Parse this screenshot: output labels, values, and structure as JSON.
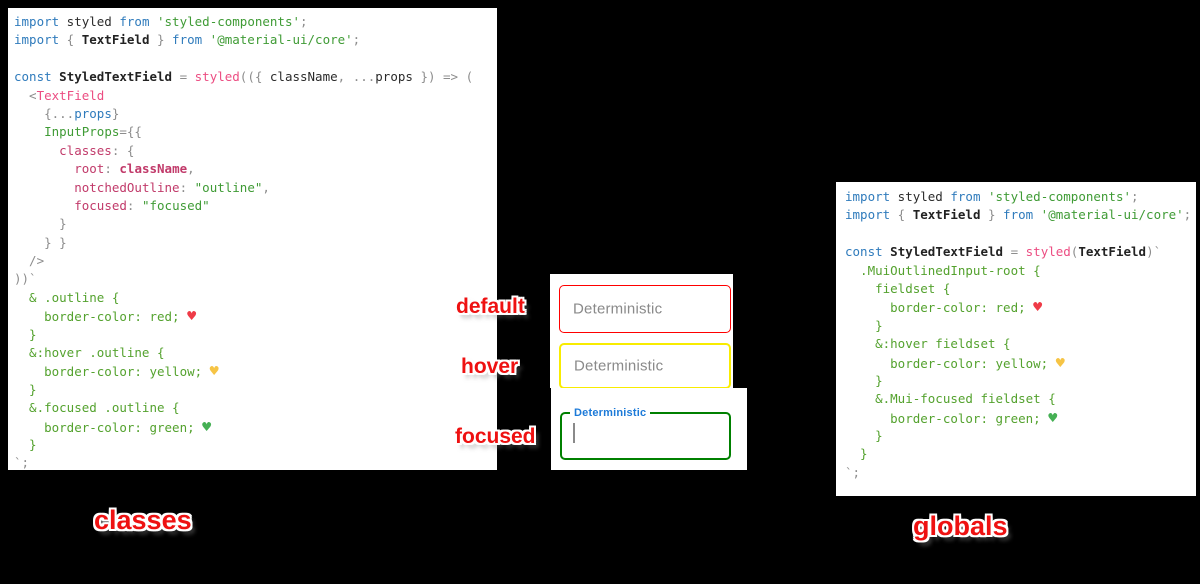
{
  "annotations": {
    "default": "default",
    "hover": "hover",
    "focused": "focused",
    "classes": "classes",
    "globals": "globals"
  },
  "colors": {
    "annotation_red": "#ee1111",
    "default_border": "#ff0000",
    "hover_border": "#f8ec00",
    "focused_border": "#008000",
    "focused_label_blue": "#1c7ad8",
    "placeholder_gray": "#8a8a8a",
    "heart_red": "#ef3b47",
    "heart_yellow": "#f6c445",
    "heart_green": "#45b054"
  },
  "textfields": {
    "default": {
      "label": "Deterministic"
    },
    "hover": {
      "label": "Deterministic"
    },
    "focused": {
      "label": "Deterministic",
      "value": ""
    }
  },
  "code_left": {
    "lines": [
      [
        [
          "kw",
          "import"
        ],
        [
          "plain",
          " styled "
        ],
        [
          "kw",
          "from"
        ],
        [
          "str",
          " 'styled-components'"
        ],
        [
          "gray",
          ";"
        ]
      ],
      [
        [
          "kw",
          "import"
        ],
        [
          "gray",
          " { "
        ],
        [
          "plainb",
          "TextField"
        ],
        [
          "gray",
          " } "
        ],
        [
          "kw",
          "from"
        ],
        [
          "str",
          " '@material-ui/core'"
        ],
        [
          "gray",
          ";"
        ]
      ],
      [],
      [
        [
          "kw",
          "const"
        ],
        [
          "plainb",
          " StyledTextField "
        ],
        [
          "gray",
          "= "
        ],
        [
          "pink",
          "styled"
        ],
        [
          "gray",
          "(({ "
        ],
        [
          "plain",
          "className"
        ],
        [
          "gray",
          ", ..."
        ],
        [
          "plain",
          "props"
        ],
        [
          "gray",
          " }) => ("
        ]
      ],
      [
        [
          "gray",
          "  <"
        ],
        [
          "pink",
          "TextField"
        ]
      ],
      [
        [
          "gray",
          "    {..."
        ],
        [
          "kw",
          "props"
        ],
        [
          "gray",
          "}"
        ]
      ],
      [
        [
          "gray",
          "    "
        ],
        [
          "str",
          "InputProps"
        ],
        [
          "gray",
          "={{"
        ]
      ],
      [
        [
          "gray",
          "      "
        ],
        [
          "key",
          "classes"
        ],
        [
          "gray",
          ": {"
        ]
      ],
      [
        [
          "gray",
          "        "
        ],
        [
          "key",
          "root"
        ],
        [
          "gray",
          ": "
        ],
        [
          "keyb",
          "className"
        ],
        [
          "gray",
          ","
        ]
      ],
      [
        [
          "gray",
          "        "
        ],
        [
          "key",
          "notchedOutline"
        ],
        [
          "gray",
          ": "
        ],
        [
          "str",
          "\"outline\""
        ],
        [
          "gray",
          ","
        ]
      ],
      [
        [
          "gray",
          "        "
        ],
        [
          "key",
          "focused"
        ],
        [
          "gray",
          ": "
        ],
        [
          "str",
          "\"focused\""
        ]
      ],
      [
        [
          "gray",
          "      }"
        ]
      ],
      [
        [
          "gray",
          "    } }"
        ]
      ],
      [
        [
          "gray",
          "  />"
        ]
      ],
      [
        [
          "gray",
          "))`"
        ]
      ],
      [
        [
          "css",
          "  & .outline {"
        ]
      ],
      [
        [
          "css",
          "    border-color: red; "
        ],
        [
          "hr",
          "♥"
        ]
      ],
      [
        [
          "css",
          "  }"
        ]
      ],
      [
        [
          "css",
          "  &:hover .outline {"
        ]
      ],
      [
        [
          "css",
          "    border-color: yellow; "
        ],
        [
          "hy",
          "♥"
        ]
      ],
      [
        [
          "css",
          "  }"
        ]
      ],
      [
        [
          "css",
          "  &.focused .outline {"
        ]
      ],
      [
        [
          "css",
          "    border-color: green; "
        ],
        [
          "hg",
          "♥"
        ]
      ],
      [
        [
          "css",
          "  }"
        ]
      ],
      [
        [
          "gray",
          "`;"
        ]
      ]
    ]
  },
  "code_right": {
    "lines": [
      [
        [
          "kw",
          "import"
        ],
        [
          "plain",
          " styled "
        ],
        [
          "kw",
          "from"
        ],
        [
          "str",
          " 'styled-components'"
        ],
        [
          "gray",
          ";"
        ]
      ],
      [
        [
          "kw",
          "import"
        ],
        [
          "gray",
          " { "
        ],
        [
          "plainb",
          "TextField"
        ],
        [
          "gray",
          " } "
        ],
        [
          "kw",
          "from"
        ],
        [
          "str",
          " '@material-ui/core'"
        ],
        [
          "gray",
          ";"
        ]
      ],
      [],
      [
        [
          "kw",
          "const"
        ],
        [
          "plainb",
          " StyledTextField "
        ],
        [
          "gray",
          "= "
        ],
        [
          "pink",
          "styled"
        ],
        [
          "gray",
          "("
        ],
        [
          "plainb",
          "TextField"
        ],
        [
          "gray",
          ")`"
        ]
      ],
      [
        [
          "css",
          "  .MuiOutlinedInput-root {"
        ]
      ],
      [
        [
          "css",
          "    fieldset {"
        ]
      ],
      [
        [
          "css",
          "      border-color: red; "
        ],
        [
          "hr",
          "♥"
        ]
      ],
      [
        [
          "css",
          "    }"
        ]
      ],
      [
        [
          "css",
          "    &:hover fieldset {"
        ]
      ],
      [
        [
          "css",
          "      border-color: yellow; "
        ],
        [
          "hy",
          "♥"
        ]
      ],
      [
        [
          "css",
          "    }"
        ]
      ],
      [
        [
          "css",
          "    &.Mui-focused fieldset {"
        ]
      ],
      [
        [
          "css",
          "      border-color: green; "
        ],
        [
          "hg",
          "♥"
        ]
      ],
      [
        [
          "css",
          "    }"
        ]
      ],
      [
        [
          "css",
          "  }"
        ]
      ],
      [
        [
          "gray",
          "`;"
        ]
      ]
    ]
  }
}
